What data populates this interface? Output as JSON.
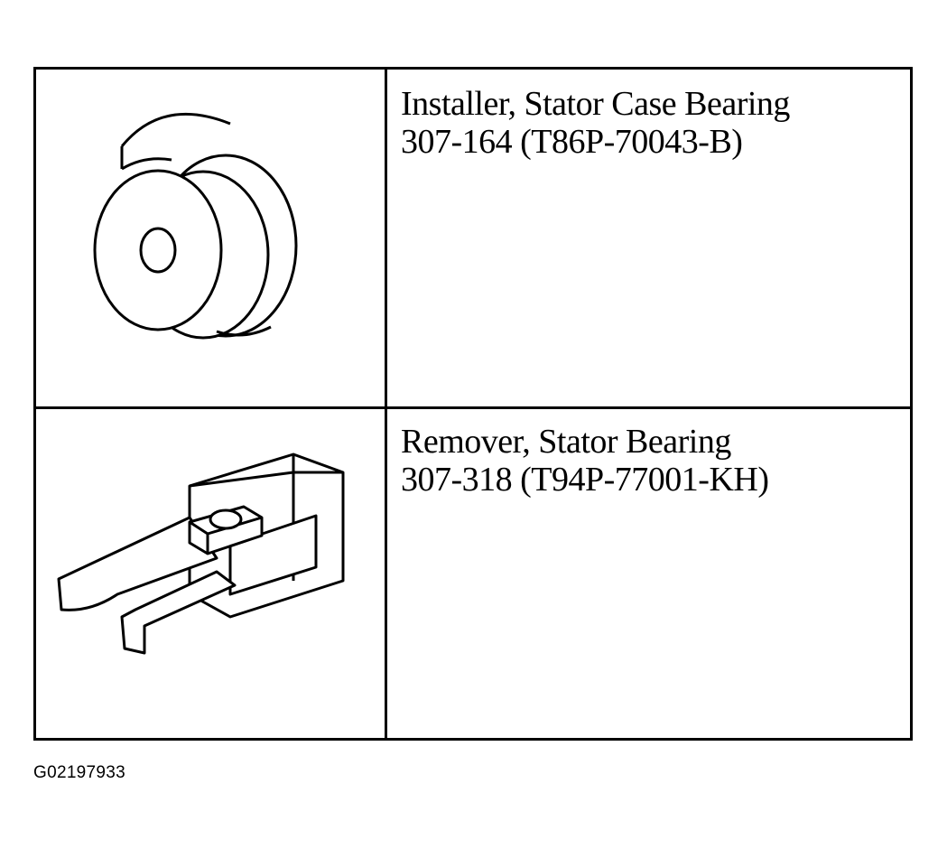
{
  "rows": [
    {
      "icon": "bearing-installer-disc-icon",
      "name": "Installer, Stator Case Bearing",
      "number": "307-164 (T86P-70043-B)"
    },
    {
      "icon": "bearing-remover-tool-icon",
      "name": "Remover, Stator Bearing",
      "number": "307-318 (T94P-77001-KH)"
    }
  ],
  "figure_id": "G02197933"
}
